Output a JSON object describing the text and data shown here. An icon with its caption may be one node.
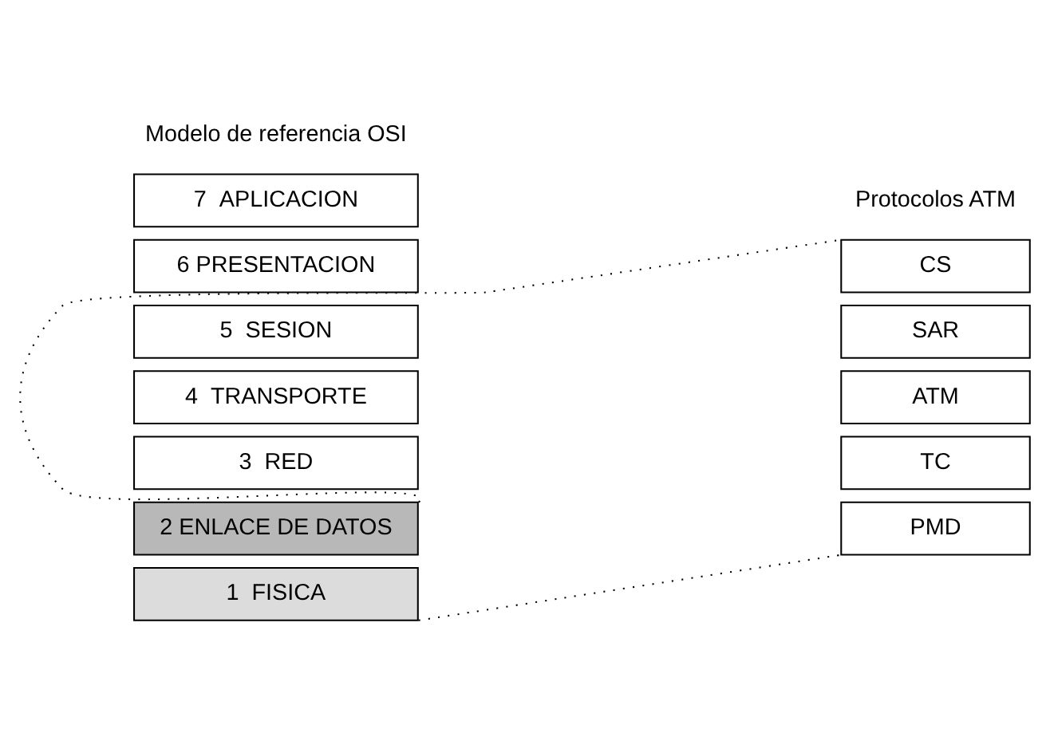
{
  "diagram": {
    "nodes": [
      {
        "text": [
          "7  APLICACION"
        ]
      },
      {
        "text": [
          "6 PRESENTACION"
        ]
      },
      {
        "text": [
          "5  SESION"
        ]
      },
      {
        "text": [
          "4  TRANSPORTE"
        ]
      },
      {
        "text": [
          "3  RED"
        ]
      },
      {
        "text": [
          "2 ENLACE DE DATOS"
        ]
      },
      {
        "text": [
          "1  FISICA"
        ]
      },
      {
        "text": [
          "CS"
        ]
      },
      {
        "text": [
          "SAR"
        ]
      },
      {
        "text": [
          "ATM"
        ]
      },
      {
        "text": [
          "TC"
        ]
      },
      {
        "text": [
          "PMD"
        ]
      }
    ],
    "edges": [
      {
        "from": 5,
        "to": 7,
        "arrow": "none",
        "style": "dashed"
      },
      {
        "from": 6,
        "to": 11,
        "arrow": "none",
        "style": "dashed"
      }
    ],
    "labels": [
      "Modelo de referencia OSI",
      "Protocolos ATM"
    ]
  }
}
